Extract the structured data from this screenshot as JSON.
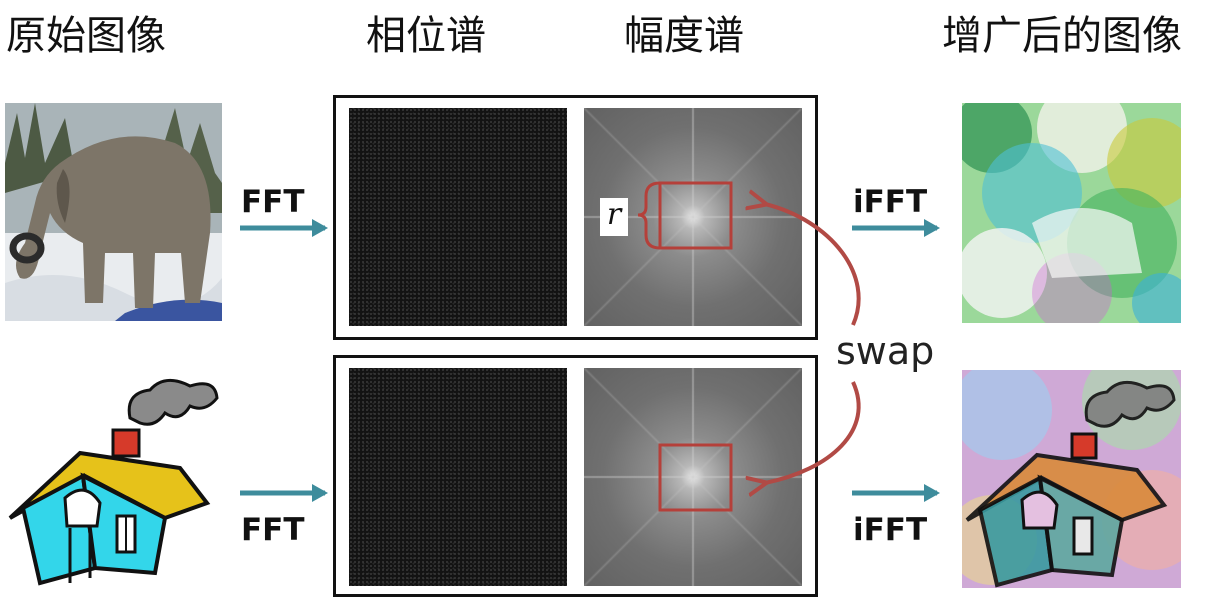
{
  "headers": {
    "original": "原始图像",
    "phase": "相位谱",
    "amplitude": "幅度谱",
    "augmented": "增广后的图像"
  },
  "labels": {
    "fft_top": "FFT",
    "fft_bottom": "FFT",
    "ifft_top": "iFFT",
    "ifft_bottom": "iFFT",
    "swap": "swap",
    "radius": "r"
  },
  "colors": {
    "arrow": "#3e8c9c",
    "swap_arrow": "#b14a45",
    "window": "#b5403a",
    "frame": "#111111"
  },
  "images": {
    "top_original": "elephant-photo",
    "bottom_original": "cartoon-house",
    "top_augmented": "augmented-elephant",
    "bottom_augmented": "augmented-house"
  }
}
